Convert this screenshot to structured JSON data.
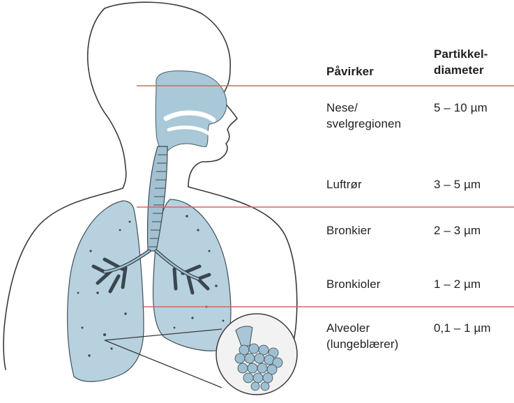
{
  "table": {
    "headers": [
      "Påvirker",
      "Partikkel-",
      "diameter"
    ],
    "rows": [
      {
        "region_line1": "Nese/",
        "region_line2": "svelgregionen",
        "diameter": "5 – 10 µm"
      },
      {
        "region_line1": "Luftrør",
        "diameter": "3 – 5 µm"
      },
      {
        "region_line1": "Bronkier",
        "diameter": "2 – 3 µm"
      },
      {
        "region_line1": "Bronkioler",
        "diameter": "1 – 2 µm"
      },
      {
        "region_line1": "Alveoler",
        "region_line2": "(lungeblærer)",
        "diameter": "0,1 – 1 µm"
      }
    ]
  },
  "colors": {
    "divider_line": "#e06060",
    "tissue_fill": "#a9c8d8",
    "outline": "#3a3a3a"
  }
}
